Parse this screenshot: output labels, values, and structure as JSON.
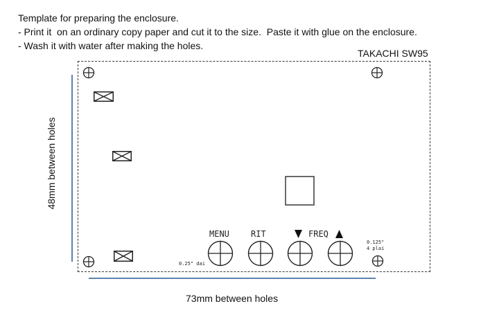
{
  "header": {
    "title": "Template for preparing the enclosure.",
    "instructions": [
      "- Print it  on an ordinary copy paper and cut it to the size.  Paste it with glue on the enclosure.",
      "- Wash it with water after making the holes."
    ]
  },
  "model_label": "TAKACHI SW95",
  "dimensions": {
    "vertical": "48mm between holes",
    "horizontal": "73mm between holes"
  },
  "buttons": [
    {
      "label": "MENU"
    },
    {
      "label": "RIT"
    },
    {
      "label": "FREQ",
      "left_arrow": "down",
      "right_arrow": "up"
    }
  ],
  "annotations": {
    "button_hole": "0.25\" dai",
    "mount_hole_size": "0.125\"",
    "mount_hole_count": "4 plai"
  },
  "colors": {
    "dimension_line": "#5b82b0",
    "outline": "#333333"
  }
}
